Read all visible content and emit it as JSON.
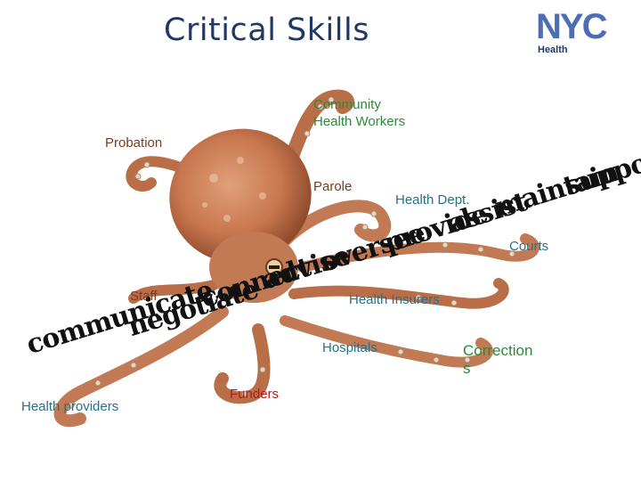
{
  "slide": {
    "title": "Critical Skills",
    "logo": {
      "main": "NYC",
      "sub": "Health"
    }
  },
  "stakeholders": {
    "community_health_workers": "Community\nHealth Workers",
    "probation": "Probation",
    "parole": "Parole",
    "health_dept": "Health Dept.",
    "courts": "Courts",
    "staff": "Staff",
    "health_insurers": "Health Insurers",
    "hospitals": "Hospitals",
    "corrections": "Correction\ns",
    "health_providers": "Health providers",
    "funders": "Funders"
  },
  "skills": {
    "communicate": "communicate",
    "negotiate": "negotiate",
    "connect": "connect",
    "advise": "advise",
    "oversee": "oversee",
    "provide": "provide",
    "assist": "assist",
    "maintain": "maintain",
    "support": "support"
  },
  "colors": {
    "title": "#1f3864",
    "octopus_body": "#c8774f",
    "octopus_shadow": "#8e4a2b",
    "sucker": "#e9d6c4",
    "probation": "#7a3b1f",
    "staff": "#7a3b1f",
    "community_health_workers": "#2e8a3a",
    "health_dept": "#2a6f86",
    "courts": "#2a6f86",
    "health_insurers": "#2a6f86",
    "hospitals": "#2a6f86",
    "health_providers": "#2a6f86",
    "corrections": "#2e8a3a",
    "funders": "#b11a16"
  }
}
